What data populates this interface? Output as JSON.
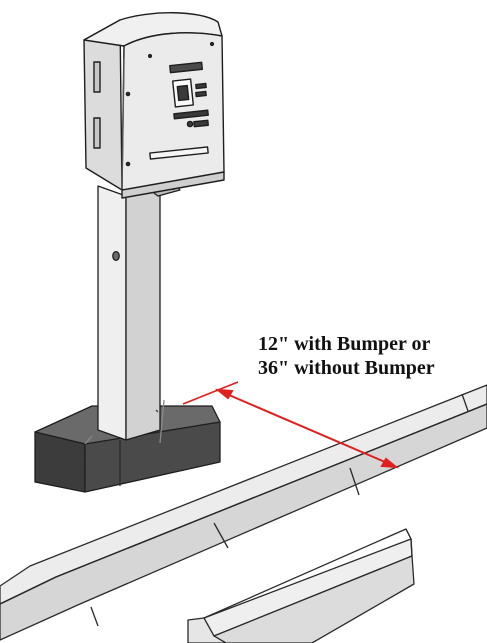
{
  "dimension_label": {
    "line1": "12\" with Bumper or",
    "line2": "36\" without Bumper"
  },
  "colors": {
    "arrow": "#e0201e",
    "outline": "#2a2a2a",
    "cabinet": "#e9e9e9",
    "post": "#e2e2e2",
    "base": "#4a4a4a",
    "curb": "#e8e8e8"
  },
  "components": [
    "pay-station-cabinet",
    "post",
    "concrete-base",
    "curb",
    "wheel-stop-bumper",
    "dimension-arrow"
  ]
}
